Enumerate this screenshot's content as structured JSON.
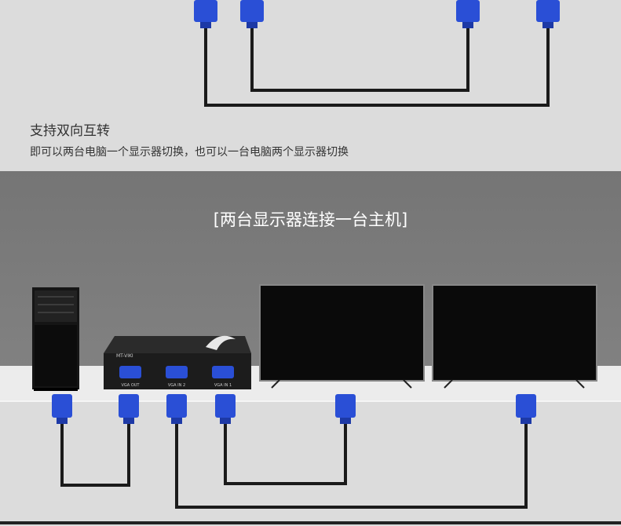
{
  "feature": {
    "title": "支持双向互转",
    "description": "即可以两台电脑一个显示器切换，也可以一台电脑两个显示器切换"
  },
  "scene": {
    "title": "[两台显示器连接一台主机]"
  },
  "switch_box": {
    "brand": "MT-VIKI",
    "ports": [
      "VGA OUT",
      "VGA IN 2",
      "VGA IN 1"
    ]
  },
  "colors": {
    "connector": "#2a4fd6",
    "cable": "#1a1a1a",
    "accent_bg": "#7a7a7a"
  }
}
